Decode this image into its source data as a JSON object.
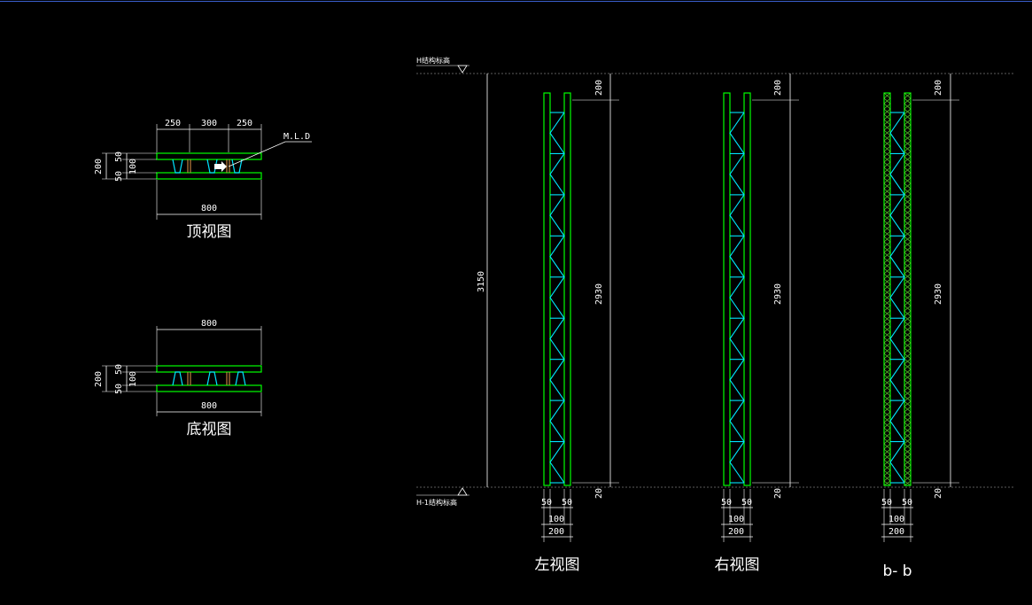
{
  "colors": {
    "background": "#000000",
    "panel": "#00ff00",
    "truss": "#00e5ff",
    "dimension": "#ffffff",
    "level_line": "#7a7a7a",
    "top_border": "#3a5fcd",
    "connector": "#c08040",
    "hatch": "#66cc33"
  },
  "top_view": {
    "title": "顶视图",
    "dim_top": [
      "250",
      "300",
      "250"
    ],
    "dim_bottom": "800",
    "dim_left_outer": "200",
    "dim_left_inner": [
      "50",
      "100",
      "50"
    ],
    "callout": "M.L.D"
  },
  "bottom_view": {
    "title": "底视图",
    "dim_top": "800",
    "dim_bottom": "800",
    "dim_left_outer": "200",
    "dim_left_inner": [
      "50",
      "100",
      "50"
    ]
  },
  "levels": {
    "top": "H结构标高",
    "bottom": "H-1结构标高",
    "total_height": "3150"
  },
  "elevations": [
    {
      "title": "左视图",
      "dim_top": "200",
      "dim_middle": "2930",
      "dim_bottom": "20",
      "dim_widths": [
        "50",
        "50"
      ],
      "dim_inner": "100",
      "dim_total": "200",
      "hatched": false
    },
    {
      "title": "右视图",
      "dim_top": "200",
      "dim_middle": "2930",
      "dim_bottom": "20",
      "dim_widths": [
        "50",
        "50"
      ],
      "dim_inner": "100",
      "dim_total": "200",
      "hatched": false
    },
    {
      "title": "b- b",
      "dim_top": "200",
      "dim_middle": "2930",
      "dim_bottom": "20",
      "dim_widths": [
        "50",
        "50"
      ],
      "dim_inner": "100",
      "dim_total": "200",
      "hatched": true
    }
  ]
}
